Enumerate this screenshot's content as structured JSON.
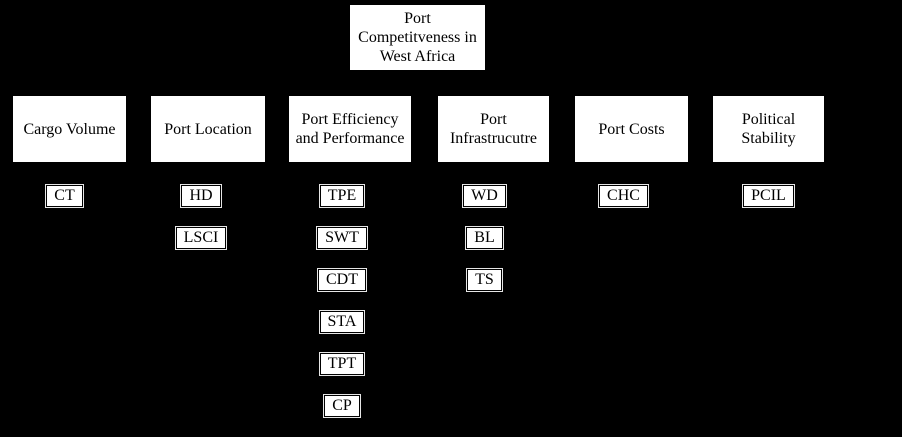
{
  "diagram": {
    "title": "Port Competitveness in West Africa",
    "colors": {
      "background": "#000000",
      "box_background": "#ffffff",
      "box_border": "#000000",
      "text": "#000000"
    },
    "categories": [
      {
        "label": "Cargo Volume",
        "indicators": [
          "CT"
        ]
      },
      {
        "label": "Port Location",
        "indicators": [
          "HD",
          "LSCI"
        ]
      },
      {
        "label": "Port Efficiency and Performance",
        "indicators": [
          "TPE",
          "SWT",
          "CDT",
          "STA",
          "TPT",
          "CP"
        ]
      },
      {
        "label": "Port Infrastrucutre",
        "indicators": [
          "WD",
          "BL",
          "TS"
        ]
      },
      {
        "label": "Port Costs",
        "indicators": [
          "CHC"
        ]
      },
      {
        "label": "Political Stability",
        "indicators": [
          "PCIL"
        ]
      }
    ]
  }
}
